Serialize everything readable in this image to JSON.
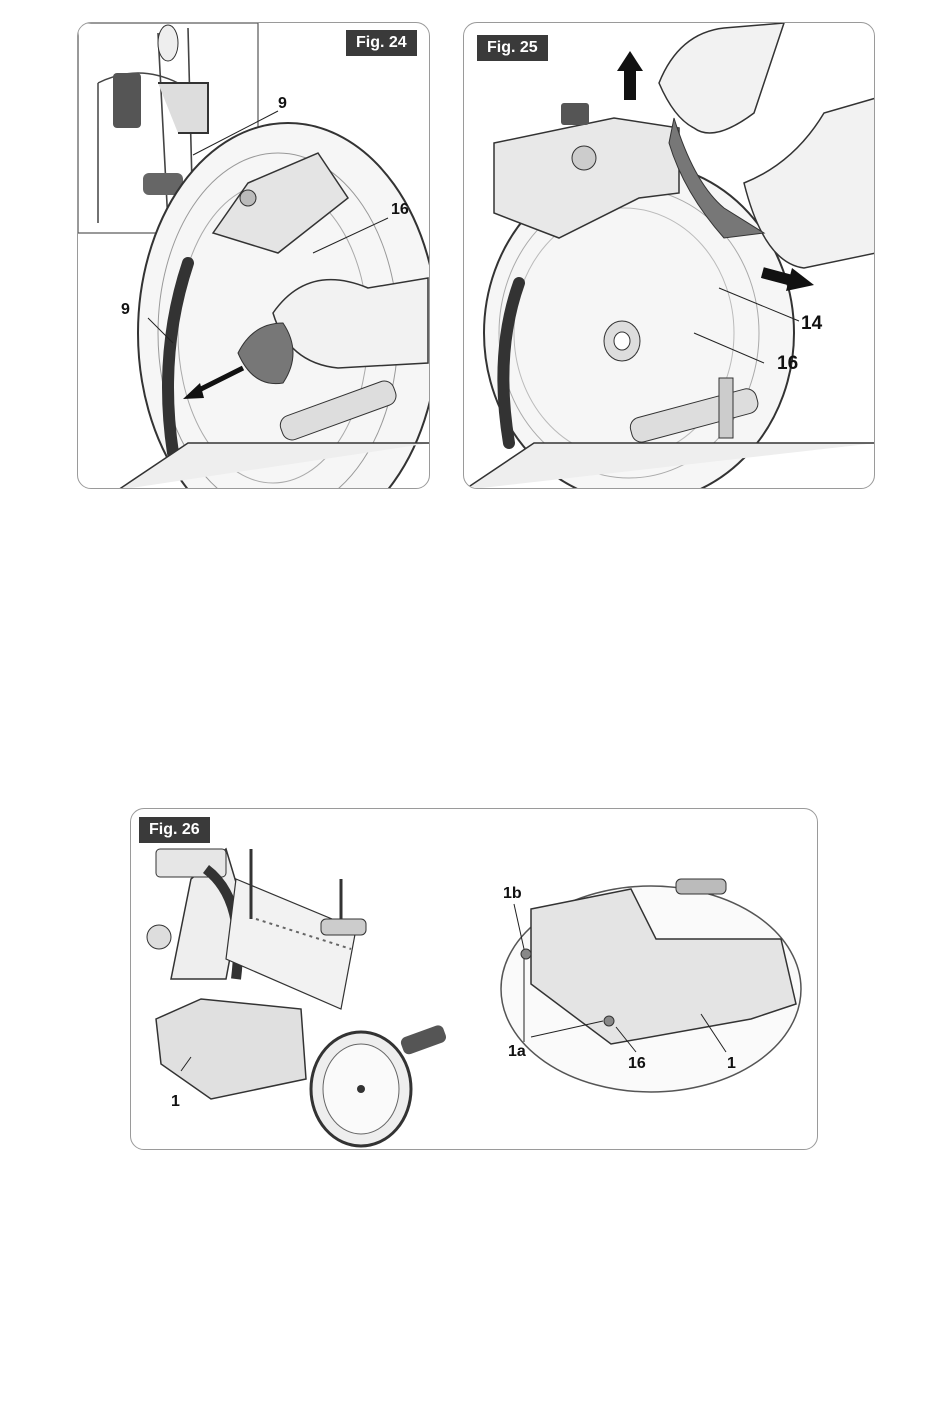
{
  "fig24": {
    "tag": "Fig. 24",
    "callouts": [
      "9",
      "9",
      "16"
    ]
  },
  "fig25": {
    "tag": "Fig. 25",
    "callouts": [
      "14",
      "16"
    ]
  },
  "fig26": {
    "tag": "Fig. 26",
    "callouts": [
      "1",
      "1b",
      "1a",
      "16",
      "1"
    ]
  }
}
